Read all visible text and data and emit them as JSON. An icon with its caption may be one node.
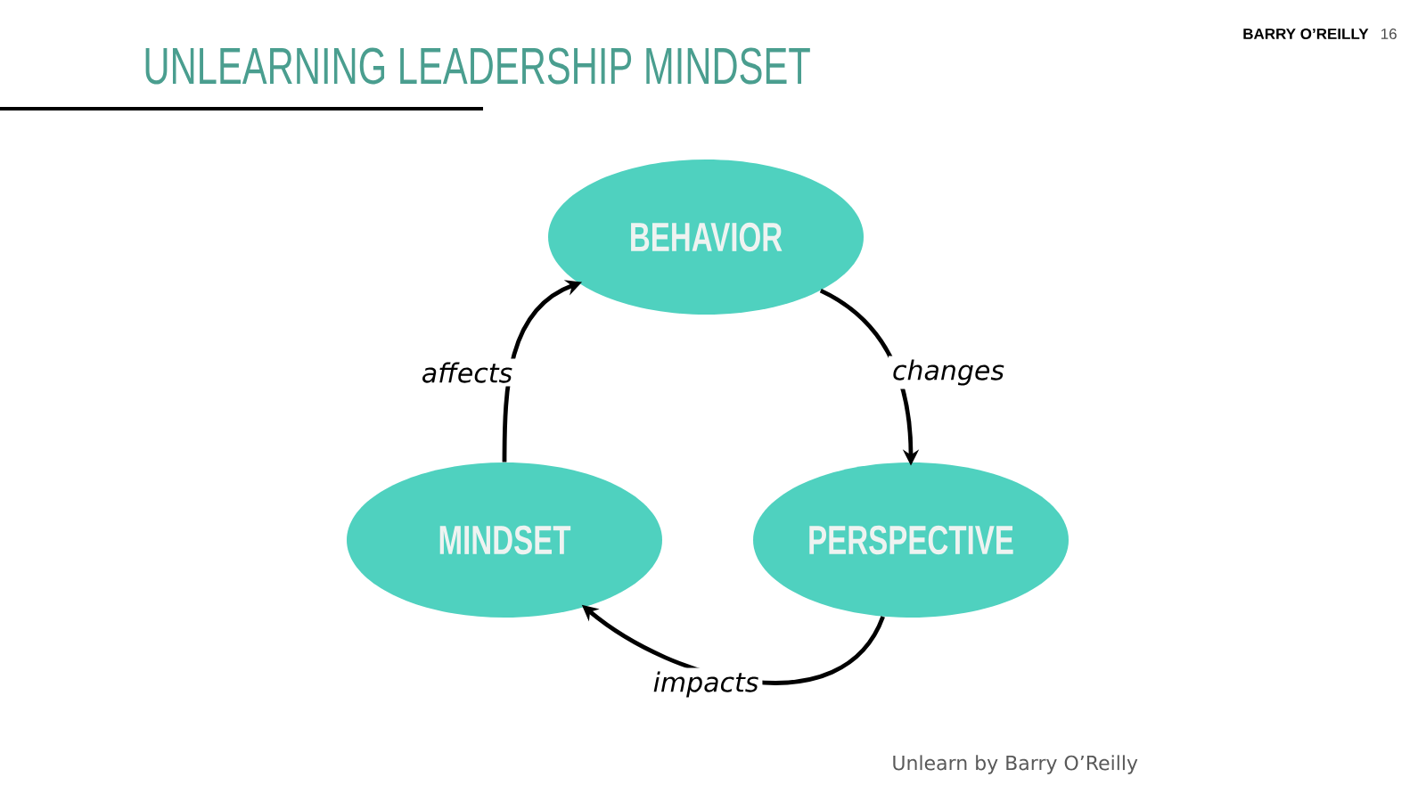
{
  "diagram": {
    "title": "UNLEARNING LEADERSHIP MINDSET",
    "nodes": [
      {
        "text": [
          "BEHAVIOR"
        ]
      },
      {
        "text": [
          "MINDSET"
        ]
      },
      {
        "text": [
          "PERSPECTIVE"
        ]
      }
    ],
    "edges": [
      {
        "from": 0,
        "to": 2,
        "label": "changes",
        "arrow": "to"
      },
      {
        "from": 2,
        "to": 1,
        "label": "impacts",
        "arrow": "to"
      },
      {
        "from": 1,
        "to": 0,
        "label": "affects",
        "arrow": "to"
      }
    ],
    "labels": [
      "BARRY O’REILLY",
      "16",
      "Unlearn by Barry O’Reilly"
    ]
  }
}
